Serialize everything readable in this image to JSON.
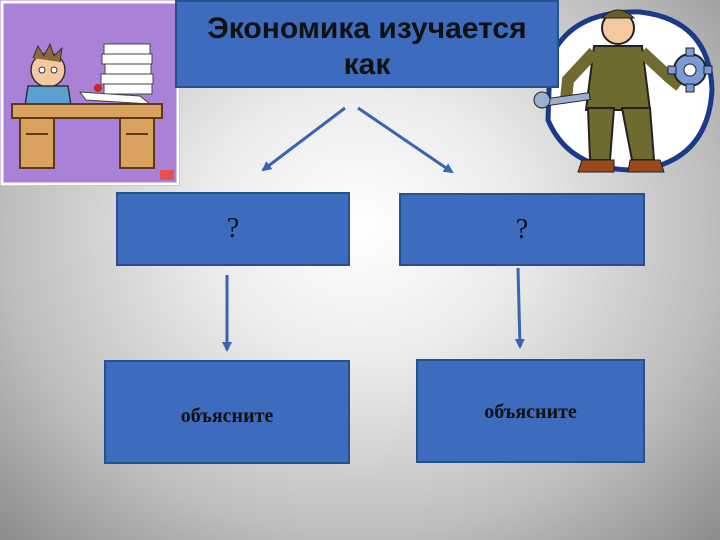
{
  "title": "Экономика изучается как",
  "boxes": {
    "left_question": "?",
    "right_question": "?",
    "left_explain": "объясните",
    "right_explain": "объясните"
  },
  "colors": {
    "box_fill": "#3d6cbe",
    "box_border": "#2a4f8f",
    "arrow": "#3a64b0",
    "clerk_bg": "#a982d8"
  },
  "icons": {
    "left_picture": "clerk-at-desk-cartoon",
    "right_picture": "mechanic-with-wrenches-cartoon"
  }
}
